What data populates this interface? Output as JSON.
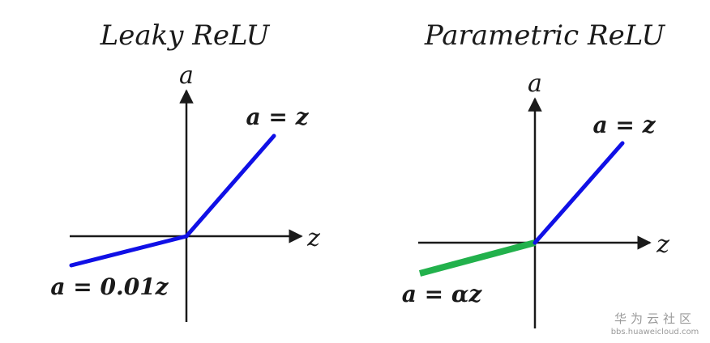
{
  "panels": [
    {
      "title": "Leaky ReLU",
      "y_axis_label": "a",
      "x_axis_label": "z",
      "positive_formula": "a = z",
      "negative_formula": "a = 0.01z",
      "colors": {
        "positive": "#1010e6",
        "negative": "#1010e6"
      }
    },
    {
      "title": "Parametric ReLU",
      "y_axis_label": "a",
      "x_axis_label": "z",
      "positive_formula": "a = z",
      "negative_formula": "a = αz",
      "colors": {
        "positive": "#1010e6",
        "negative": "#22b14c"
      }
    }
  ],
  "watermark": {
    "brand_cn": "华为云社区",
    "url": "bbs.huaweicloud.com"
  }
}
